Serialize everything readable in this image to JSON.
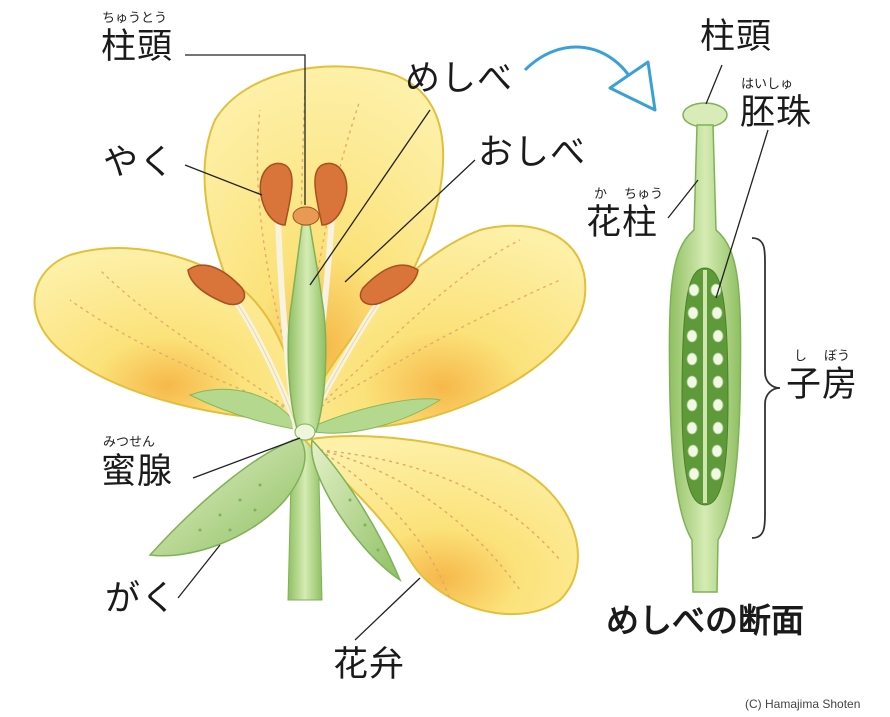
{
  "labels": {
    "stigma": "柱頭",
    "stigma_ruby": "ちゅうとう",
    "anther": "やく",
    "pistil": "めしべ",
    "stamen": "おしべ",
    "nectary": "蜜腺",
    "nectary_ruby": "みつせん",
    "sepal": "がく",
    "petal": "花弁",
    "stigma_right": "柱頭",
    "ovule": "胚珠",
    "ovule_ruby": "はいしゅ",
    "style": "花柱",
    "style_ruby_ka": "か",
    "style_ruby_chu": "ちゅう",
    "ovary": "子房",
    "ovary_ruby_shi": "し",
    "ovary_ruby_bo": "ぼう"
  },
  "section_title": "めしべの断面",
  "credit": "(C) Hamajima Shoten",
  "colors": {
    "petal": "#fbe98a",
    "petal_edge": "#e6c33a",
    "petal_vein": "#e0a86a",
    "green": "#b4d78a",
    "green_dark": "#7fb257",
    "anther": "#d9743a",
    "arrow": "#3aa0d8",
    "ovule": "#f2f7e6"
  }
}
